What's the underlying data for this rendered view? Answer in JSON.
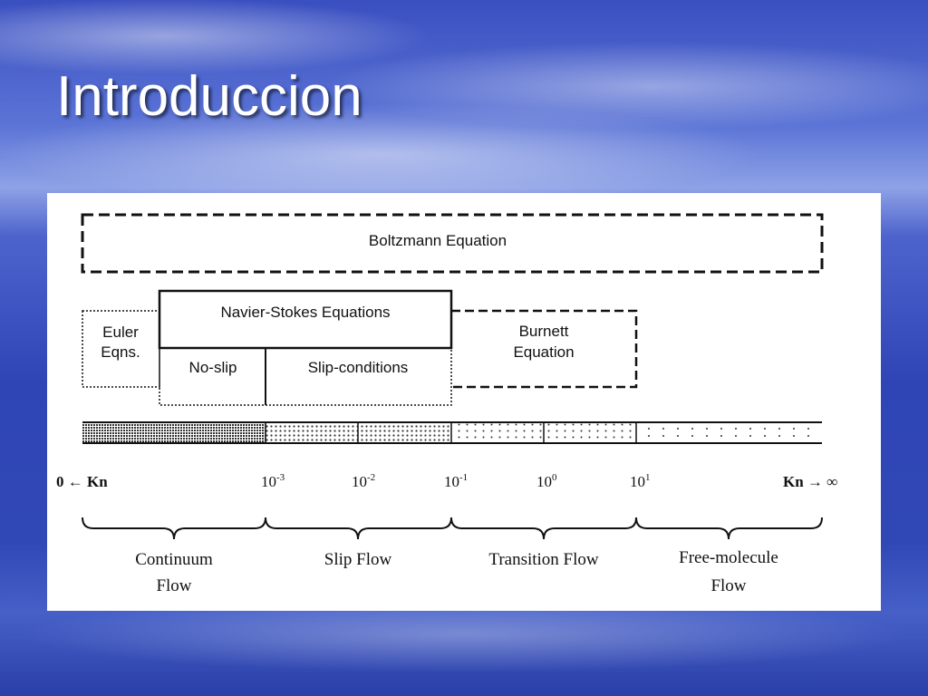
{
  "slide": {
    "title": "Introduccion"
  },
  "diagram": {
    "boltzmann": "Boltzmann Equation",
    "euler": {
      "line1": "Euler",
      "line2": "Eqns."
    },
    "navier_stokes": "Navier-Stokes Equations",
    "no_slip": "No-slip",
    "slip_conditions": "Slip-conditions",
    "burnett": {
      "line1": "Burnett",
      "line2": "Equation"
    },
    "axis": {
      "left_label": "0 ← Kn",
      "right_label": "Kn → ∞",
      "ticks": [
        {
          "base": "10",
          "exp": "-3"
        },
        {
          "base": "10",
          "exp": "-2"
        },
        {
          "base": "10",
          "exp": "-1"
        },
        {
          "base": "10",
          "exp": "0"
        },
        {
          "base": "10",
          "exp": "1"
        }
      ]
    },
    "regimes": {
      "continuum": {
        "line1": "Continuum",
        "line2": "Flow"
      },
      "slip": {
        "line1": "Slip Flow"
      },
      "transition": {
        "line1": "Transition Flow"
      },
      "free_molecule": {
        "line1": "Free-molecule",
        "line2": "Flow"
      }
    }
  }
}
